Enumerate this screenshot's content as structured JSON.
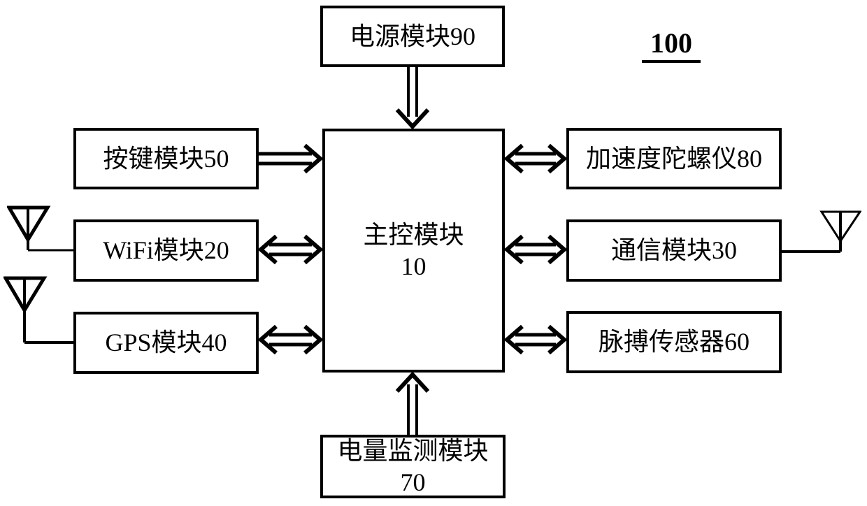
{
  "diagram": {
    "figure_label": "100",
    "nodes": {
      "power": {
        "label": "电源模块90"
      },
      "button": {
        "label": "按键模块50"
      },
      "wifi": {
        "label": "WiFi模块20"
      },
      "gps": {
        "label": "GPS模块40"
      },
      "main": {
        "line1": "主控模块",
        "line2": "10"
      },
      "gyro": {
        "label": "加速度陀螺仪80"
      },
      "comm": {
        "label": "通信模块30"
      },
      "pulse": {
        "label": "脉搏传感器60"
      },
      "battery": {
        "line1": "电量监测模块",
        "line2": "70"
      }
    },
    "connections": [
      {
        "from": "power",
        "to": "main",
        "type": "one-way",
        "orientation": "vertical-down"
      },
      {
        "from": "button",
        "to": "main",
        "type": "one-way",
        "orientation": "horizontal-right"
      },
      {
        "from": "wifi",
        "to": "main",
        "type": "two-way",
        "orientation": "horizontal"
      },
      {
        "from": "gps",
        "to": "main",
        "type": "two-way",
        "orientation": "horizontal"
      },
      {
        "from": "main",
        "to": "gyro",
        "type": "two-way",
        "orientation": "horizontal"
      },
      {
        "from": "main",
        "to": "comm",
        "type": "two-way",
        "orientation": "horizontal"
      },
      {
        "from": "main",
        "to": "pulse",
        "type": "two-way",
        "orientation": "horizontal"
      },
      {
        "from": "battery",
        "to": "main",
        "type": "one-way",
        "orientation": "vertical-up"
      }
    ],
    "antennas": [
      {
        "attached_to": "wifi",
        "side": "left"
      },
      {
        "attached_to": "gps",
        "side": "left"
      },
      {
        "attached_to": "comm",
        "side": "right"
      }
    ],
    "colors": {
      "line": "#000000",
      "background": "#ffffff",
      "text": "#000000"
    }
  }
}
